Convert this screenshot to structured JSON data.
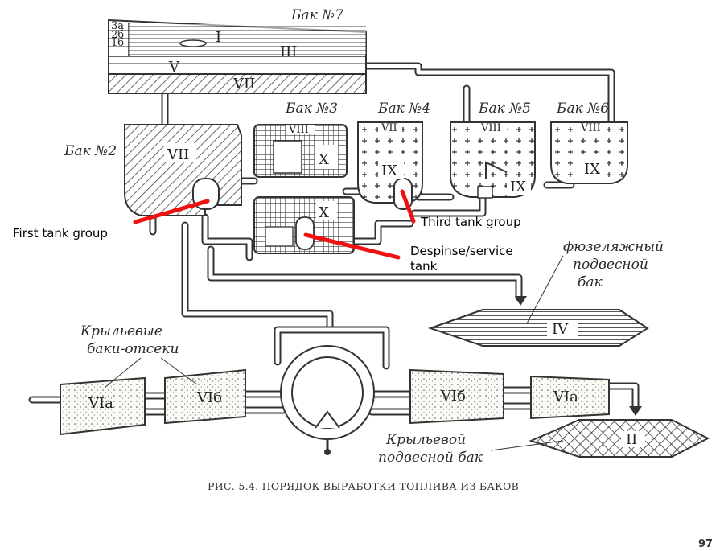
{
  "tanks": {
    "tank7": "Бак №7",
    "tank2": "Бак №2",
    "tank3": "Бак №3",
    "tank4": "Бак №4",
    "tank5": "Бак №5",
    "tank6": "Бак №6"
  },
  "sections": {
    "s3a": "3а",
    "s2b": "2б",
    "s1b": "1б"
  },
  "numerals": {
    "t7_I": "I",
    "t7_III": "III",
    "t7_V": "V",
    "t7_VII": "VII",
    "t2_VII": "VII",
    "t3_VIII": "VIII",
    "t3_X": "X",
    "t3_X2": "X",
    "t4_VII": "VII",
    "t4_IX": "IX",
    "t5_VIII": "VIII",
    "t5_IX": "IX",
    "t6_VIII": "VIII",
    "t6_IX": "IX",
    "fuselage_IV": "IV",
    "wing_left_VIa": "VIа",
    "wing_left_VIb": "VIб",
    "wing_right_VIb": "VIб",
    "wing_right_VIa": "VIа",
    "wing_drop_II": "II"
  },
  "labels": {
    "fuselage_drop_tank": [
      "фюзеляжный",
      "подвесной",
      "бак"
    ],
    "wing_compartments": [
      "Крыльевые",
      "баки-отсеки"
    ],
    "wing_drop_tank": [
      "Крыльевой",
      "подвесной бак"
    ]
  },
  "annotations": {
    "first_group": "First tank group",
    "third_group": "Third tank group",
    "service_tank": [
      "Despinse/service",
      "tank"
    ]
  },
  "caption": "РИС. 5.4. ПОРЯДОК ВЫРАБОТКИ ТОПЛИВА ИЗ БАКОВ",
  "page_number": "97",
  "colors": {
    "annotation_red": "#e11111",
    "ink": "#333333"
  }
}
